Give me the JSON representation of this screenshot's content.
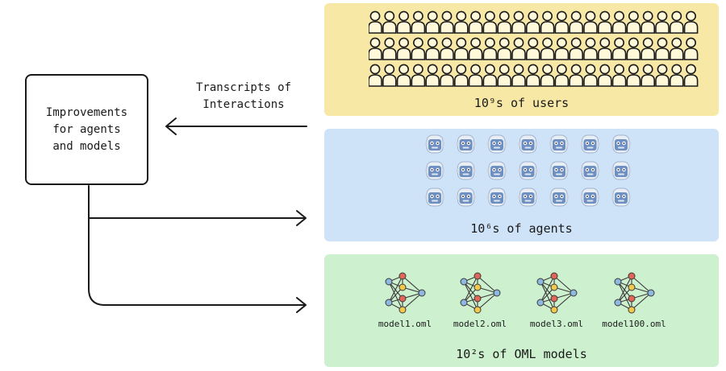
{
  "improvement_box": {
    "text": "Improvements\nfor agents\nand models"
  },
  "transcripts_label": "Transcripts of\nInteractions",
  "users_panel": {
    "caption": "10⁹s of users",
    "color": "#f8e8a6"
  },
  "agents_panel": {
    "caption": "10⁶s of agents",
    "color": "#cfe3f8"
  },
  "models_panel": {
    "caption": "10²s of OML models",
    "color": "#cdf1cf",
    "models": [
      {
        "label": "model1.oml"
      },
      {
        "label": "model2.oml"
      },
      {
        "label": "model3.oml"
      },
      {
        "label": "model100.oml"
      }
    ]
  },
  "icons": {
    "user": "person-outline-icon",
    "agent": "robot-icon",
    "model": "neural-network-icon"
  },
  "colors": {
    "line": "#1a1a1a",
    "robot_body": "#6d8fc2",
    "node_blue": "#8fb8e0",
    "node_red": "#e0665a",
    "node_yellow": "#f2c94c"
  }
}
